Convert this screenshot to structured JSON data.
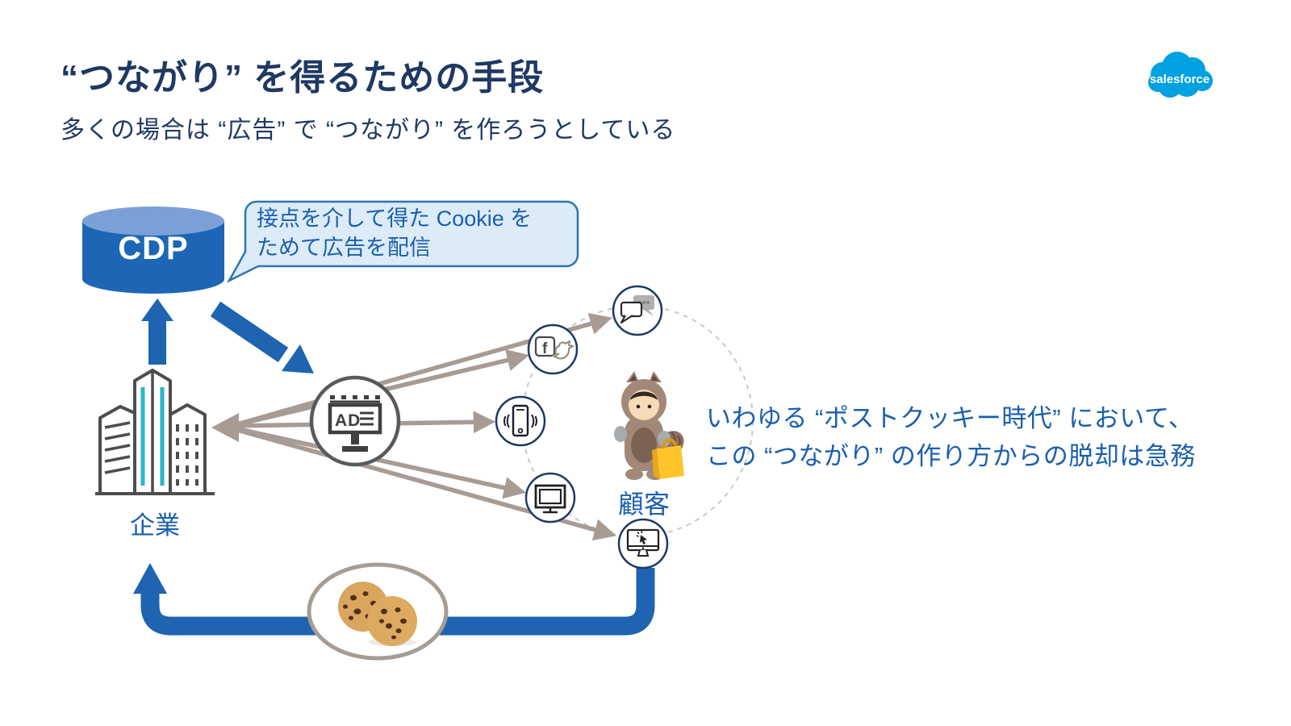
{
  "slide": {
    "title": "“つながり” を得るための手段",
    "subtitle": "多くの場合は “広告” で “つながり” を作ろうとしている",
    "brand": "salesforce"
  },
  "cdp": {
    "label": "CDP"
  },
  "bubble": {
    "line1": "接点を介して得た Cookie を",
    "line2": "ためて広告を配信"
  },
  "company": {
    "label": "企業"
  },
  "ad": {
    "label": "AD"
  },
  "customer": {
    "label": "顧客"
  },
  "note": {
    "line1": "いわゆる “ポストクッキー時代” において、",
    "line2": "この “つながり” の作り方からの脱却は急務"
  },
  "icons": {
    "brand": "salesforce-cloud-logo",
    "cdp": "database-cylinder",
    "company": "office-buildings",
    "ad": "billboard-ad",
    "chat": "chat-bubbles",
    "social": "facebook-twitter",
    "phone": "smartphone-vibrate",
    "monitor": "desktop-monitor",
    "web": "computer-click-cursor",
    "cookie": "chocolate-chip-cookies",
    "facebook_glyph": "f"
  },
  "colors": {
    "title_navy": "#1F3864",
    "text_blue": "#1A5FAE",
    "accent_blue": "#1E64B0",
    "cylinder_blue": "#1C66B5",
    "cylinder_top": "#7BA0D8",
    "bubble_fill": "#DCEBF8",
    "bubble_border": "#2E75B6",
    "line_taupe": "#A79B93",
    "dashed_gray": "#C9C9C9",
    "icon_navy": "#1F3864",
    "brand_blue": "#00A1E0",
    "teal": "#2AB5C9",
    "bag_yellow": "#FFC42A"
  }
}
